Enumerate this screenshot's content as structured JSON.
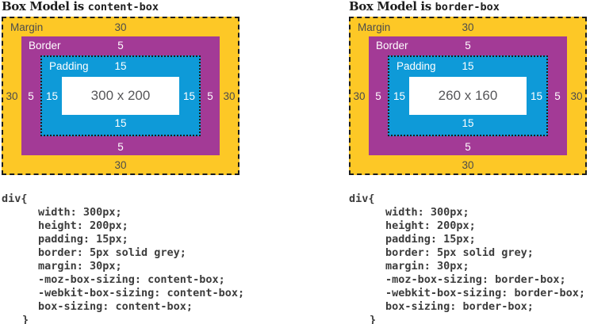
{
  "colors": {
    "margin_bg": "#FDC826",
    "border_bg": "#A33A96",
    "padding_bg": "#0E9AD8",
    "content_bg": "#FFFFFF"
  },
  "panels": [
    {
      "title_prefix": "Box Model is ",
      "title_keyword": "content-box",
      "diagram": {
        "margin_label": "Margin",
        "margin_value": "30",
        "border_label": "Border",
        "border_value": "5",
        "padding_label": "Padding",
        "padding_value": "15",
        "content_size": "300 x 200"
      },
      "code": [
        "div{",
        "width: 300px;",
        "height: 200px;",
        "padding: 15px;",
        "border: 5px solid grey;",
        "margin: 30px;",
        "-moz-box-sizing: content-box;",
        "-webkit-box-sizing: content-box;",
        "box-sizing: content-box;",
        "}"
      ]
    },
    {
      "title_prefix": "Box Model is ",
      "title_keyword": "border-box",
      "diagram": {
        "margin_label": "Margin",
        "margin_value": "30",
        "border_label": "Border",
        "border_value": "5",
        "padding_label": "Padding",
        "padding_value": "15",
        "content_size": "260 x 160"
      },
      "code": [
        "div{",
        "width: 300px;",
        "height: 200px;",
        "padding: 15px;",
        "border: 5px solid grey;",
        "margin: 30px;",
        "-moz-box-sizing: border-box;",
        "-webkit-box-sizing: border-box;",
        "box-sizing: border-box;",
        "}"
      ]
    }
  ]
}
